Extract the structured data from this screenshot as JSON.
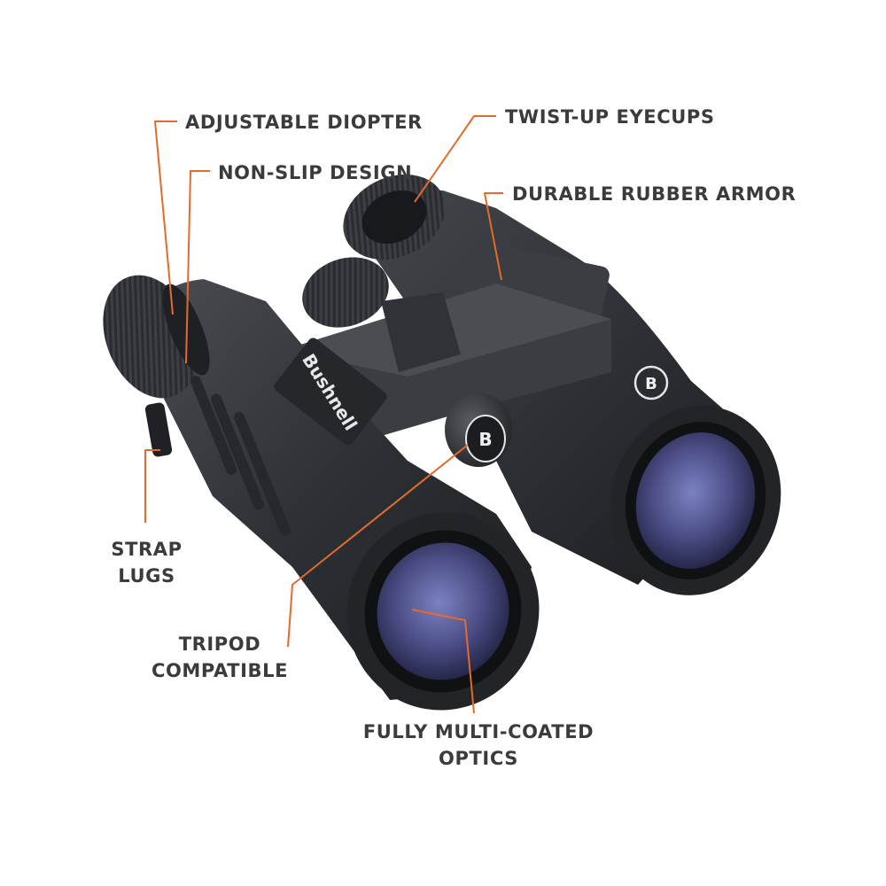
{
  "labels": {
    "adjustable_diopter": "ADJUSTABLE DIOPTER",
    "non_slip_design": "NON-SLIP DESIGN",
    "twist_up_eyecups": "TWIST-UP EYECUPS",
    "durable_rubber_armor": "DURABLE RUBBER ARMOR",
    "strap_lugs_1": "STRAP",
    "strap_lugs_2": "LUGS",
    "tripod_1": "TRIPOD",
    "tripod_2": "COMPATIBLE",
    "optics_1": "FULLY MULTI-COATED",
    "optics_2": "OPTICS"
  },
  "product": {
    "brand_text": "Bushnell",
    "logo_letter": "B"
  },
  "colors": {
    "callout": "#e36a2c",
    "label_text": "#3b3b3b",
    "body": "#2c2f33",
    "lens": "#4b4d85"
  }
}
